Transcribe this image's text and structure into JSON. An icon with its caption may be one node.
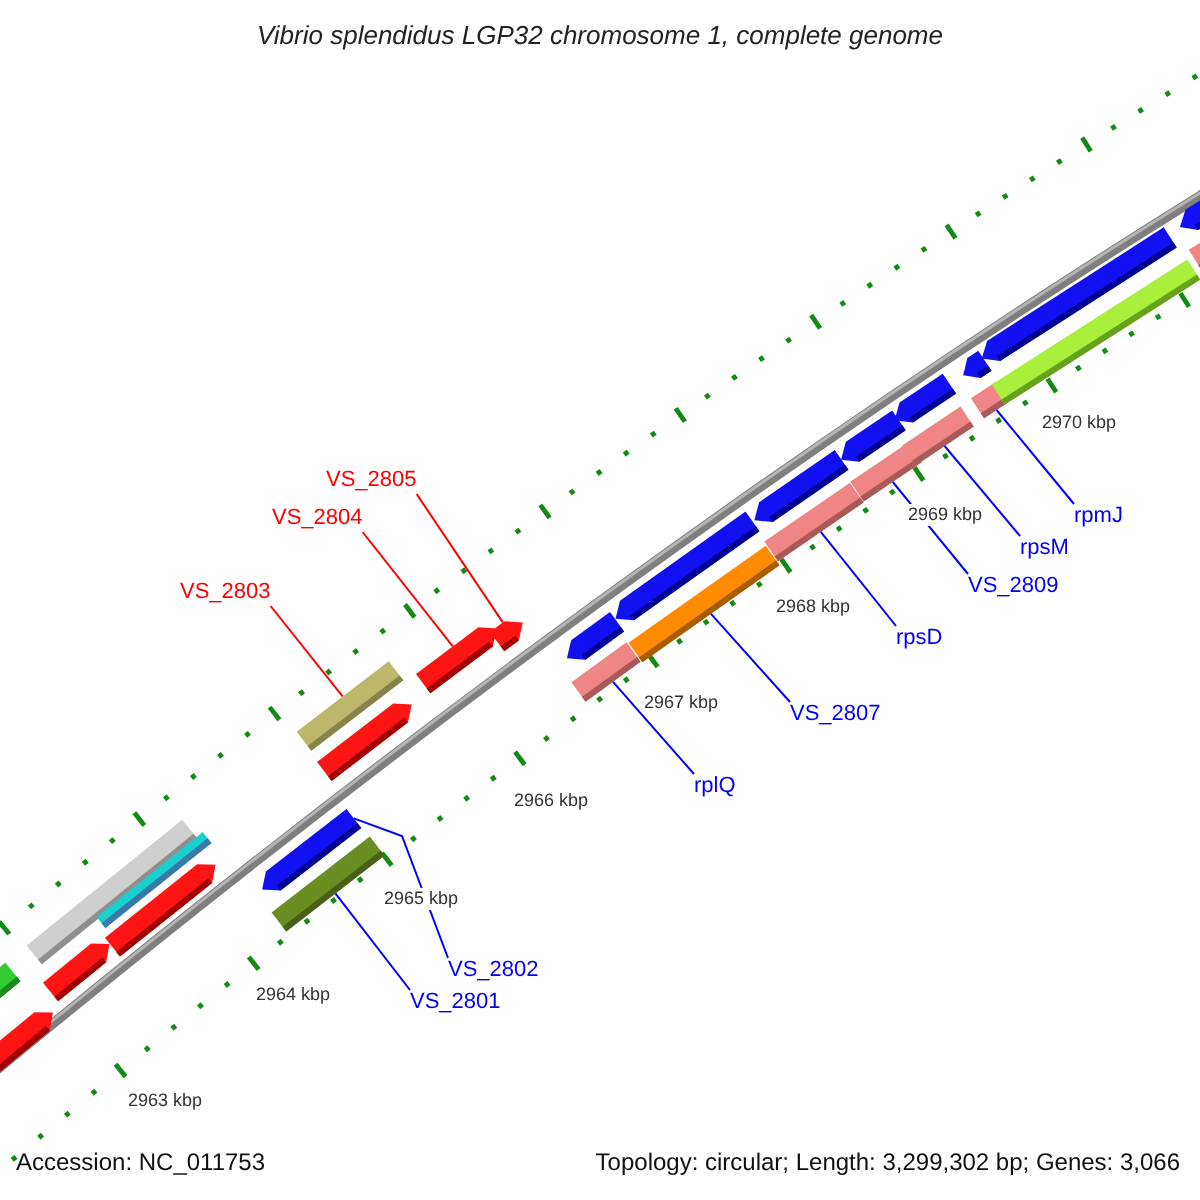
{
  "diagram": {
    "title": "Vibrio splendidus LGP32 chromosome 1, complete genome",
    "nodes": [
      {
        "text": [
          "VS_2803"
        ]
      },
      {
        "text": [
          "VS_2804"
        ]
      },
      {
        "text": [
          "VS_2805"
        ]
      },
      {
        "text": [
          "rplQ"
        ]
      },
      {
        "text": [
          "VS_2807"
        ]
      },
      {
        "text": [
          "rpsD"
        ]
      },
      {
        "text": [
          "VS_2809"
        ]
      },
      {
        "text": [
          "rpsM"
        ]
      },
      {
        "text": [
          "rpmJ"
        ]
      },
      {
        "text": [
          "VS_2802"
        ]
      },
      {
        "text": [
          "VS_2801"
        ]
      },
      {
        "text": [],
        "shape": "bar"
      },
      {
        "text": [],
        "shape": "bar"
      },
      {
        "text": [],
        "shape": "bar"
      },
      {
        "text": [],
        "shape": "bar"
      },
      {
        "text": [],
        "shape": "bar"
      },
      {
        "text": [],
        "shape": "bar"
      },
      {
        "text": [],
        "shape": "bar"
      },
      {
        "text": [],
        "shape": "bar"
      },
      {
        "text": [],
        "shape": "bar"
      },
      {
        "text": [],
        "shape": "bar"
      },
      {
        "text": [],
        "shape": "bar"
      },
      {
        "text": [],
        "shape": "bar"
      },
      {
        "text": [],
        "shape": "bar"
      },
      {
        "text": [],
        "shape": "bar"
      },
      {
        "text": [],
        "shape": "bar"
      },
      {
        "text": [],
        "shape": "bar"
      },
      {
        "text": [],
        "shape": "bar"
      },
      {
        "text": [],
        "shape": "bar"
      },
      {
        "text": [],
        "shape": "bar"
      },
      {
        "text": [],
        "shape": "bar"
      },
      {
        "text": [],
        "shape": "bar"
      },
      {
        "text": [],
        "shape": "bar"
      },
      {
        "text": [],
        "shape": "bar"
      },
      {
        "text": [],
        "shape": "bar"
      },
      {
        "text": [],
        "shape": "bar"
      },
      {
        "text": [],
        "shape": "bar"
      },
      {
        "text": [],
        "shape": "bar"
      },
      {
        "text": [],
        "shape": "bar"
      }
    ],
    "edges": [
      {
        "from": 0,
        "to": 11,
        "arrow": "none",
        "color": "#ff0000"
      },
      {
        "from": 1,
        "to": 12,
        "arrow": "none",
        "color": "#ff0000"
      },
      {
        "from": 2,
        "to": 13,
        "arrow": "none",
        "color": "#ff0000"
      },
      {
        "from": 3,
        "to": 14,
        "arrow": "none"
      },
      {
        "from": 4,
        "to": 15,
        "arrow": "none"
      },
      {
        "from": 5,
        "to": 16,
        "arrow": "none"
      },
      {
        "from": 6,
        "to": 17,
        "arrow": "none"
      },
      {
        "from": 7,
        "to": 18,
        "arrow": "none"
      },
      {
        "from": 8,
        "to": 19,
        "arrow": "none"
      },
      {
        "from": 9,
        "to": 20,
        "arrow": "none"
      },
      {
        "from": 10,
        "to": 21,
        "arrow": "none"
      }
    ],
    "labels": [
      "2970 kbp",
      "2969 kbp",
      "2968 kbp",
      "2967 kbp",
      "2966 kbp",
      "2965 kbp",
      "2964 kbp",
      "2963 kbp",
      "Accession: NC_011753",
      "Topology: circular; Length: 3,299,302 bp; Genes: 3,066"
    ]
  }
}
